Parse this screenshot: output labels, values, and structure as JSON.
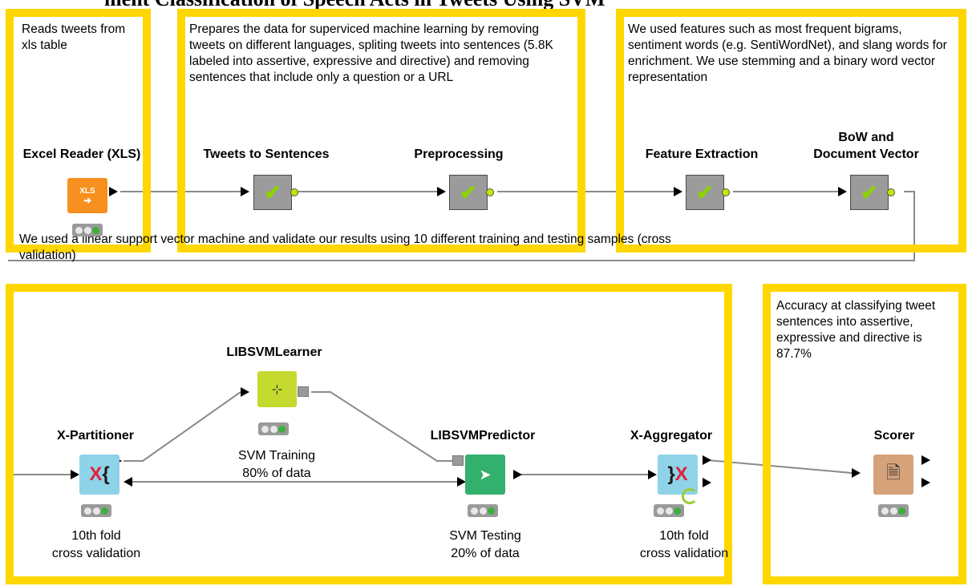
{
  "header": {
    "title_fragment": "ment Classification of Speech Acts in Tweets Using SVM"
  },
  "annotations": {
    "reader": "Reads tweets from xls table",
    "prep": "Prepares the data for superviced machine learning by removing tweets on different languages, spliting tweets into sentences (5.8K labeled into assertive, expressive and directive) and removing sentences that include only a question or a URL",
    "features": "We used features such as most frequent bigrams, sentiment words (e.g. SentiWordNet), and slang words for enrichment. We use stemming and a binary word vector representation",
    "model": "We used a linear support vector machine and validate our results using 10 different training and testing samples (cross validation)",
    "accuracy": "Accuracy at classifying tweet sentences into assertive, expressive and directive is 87.7%"
  },
  "nodes": {
    "excel_reader": {
      "label": "Excel Reader (XLS)",
      "icon_text": "XLS"
    },
    "tweets_to_sentences": {
      "label": "Tweets to Sentences"
    },
    "preprocessing": {
      "label": "Preprocessing"
    },
    "feature_extraction": {
      "label": "Feature Extraction"
    },
    "bow": {
      "label_line1": "BoW and",
      "label_line2": "Document Vector"
    },
    "libsvm_learner": {
      "label": "LIBSVMLearner",
      "sub_line1": "SVM Training",
      "sub_line2": "80% of data"
    },
    "x_partitioner": {
      "label": "X-Partitioner",
      "sub_line1": "10th fold",
      "sub_line2": "cross validation"
    },
    "libsvm_predictor": {
      "label": "LIBSVMPredictor",
      "sub_line1": "SVM Testing",
      "sub_line2": "20% of data"
    },
    "x_aggregator": {
      "label": "X-Aggregator",
      "sub_line1": "10th fold",
      "sub_line2": "cross validation"
    },
    "scorer": {
      "label": "Scorer"
    }
  },
  "colors": {
    "annotation_border": "#FFD700",
    "excel_reader": "#F7901E",
    "metanode": "#9B9B9B",
    "check": "#8BD300",
    "learner": "#C5DA2E",
    "predictor": "#34B06E",
    "loop": "#8FD3E8",
    "scorer": "#D6A27A",
    "status_green": "#3BB03B"
  },
  "icons": {
    "metanode": "checkmark-icon",
    "learner": "learner-icon",
    "predictor": "predictor-icon",
    "loop_start": "loop-start-icon",
    "loop_end": "loop-end-icon",
    "scorer": "scorer-icon",
    "status": "traffic-light-icon"
  }
}
